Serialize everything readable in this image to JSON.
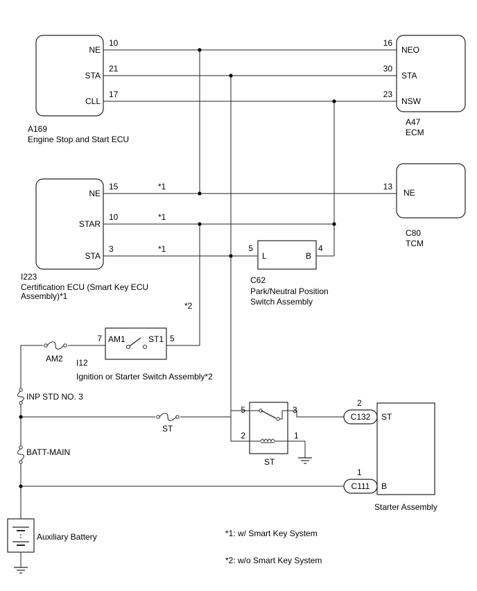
{
  "components": {
    "a169": {
      "code": "A169",
      "name": "Engine Stop and Start ECU",
      "pins": [
        "NE",
        "STA",
        "CLL"
      ]
    },
    "a47": {
      "code": "A47",
      "name": "ECM",
      "pins": [
        "NEO",
        "STA",
        "NSW"
      ]
    },
    "i223": {
      "code": "I223",
      "name_line1": "Certification ECU (Smart Key ECU",
      "name_line2": "Assembly)*1",
      "pins": [
        "NE",
        "STAR",
        "STA"
      ]
    },
    "c80": {
      "code": "C80",
      "name": "TCM",
      "pins": [
        "NE"
      ]
    },
    "c62": {
      "code": "C62",
      "name_line1": "Park/Neutral Position",
      "name_line2": "Switch Assembly",
      "pin_left": "L",
      "pin_right": "B"
    },
    "i12": {
      "code": "I12",
      "name": "Ignition or Starter Switch Assembly*2",
      "pin_left": "AM1",
      "pin_right": "ST1"
    },
    "starter_relay": {
      "label": "ST"
    },
    "starter": {
      "name": "Starter Assembly",
      "pin_st": "ST",
      "pin_b": "B"
    },
    "battery": {
      "name": "Auxiliary Battery"
    }
  },
  "wire_numbers": {
    "a169_ne": "10",
    "a169_sta": "21",
    "a169_cll": "17",
    "a47_neo": "16",
    "a47_sta": "30",
    "a47_nsw": "23",
    "i223_ne": "15",
    "i223_star": "10",
    "i223_sta": "3",
    "c80_ne": "13",
    "c62_l": "5",
    "c62_b": "4",
    "i12_am1": "7",
    "i12_st1": "5",
    "relay_5": "5",
    "relay_3": "3",
    "relay_2": "2",
    "relay_1": "1",
    "c132": "2",
    "c111": "1"
  },
  "wire_marks": {
    "ne": "*1",
    "star": "*1",
    "sta": "*1",
    "ign": "*2"
  },
  "fuses": {
    "am2": "AM2",
    "inp_std": "INP STD NO. 3",
    "st": "ST",
    "batt_main": "BATT-MAIN"
  },
  "connectors": {
    "c132": "C132",
    "c111": "C111"
  },
  "notes": {
    "note1": "*1: w/ Smart Key System",
    "note2": "*2: w/o Smart Key System"
  }
}
